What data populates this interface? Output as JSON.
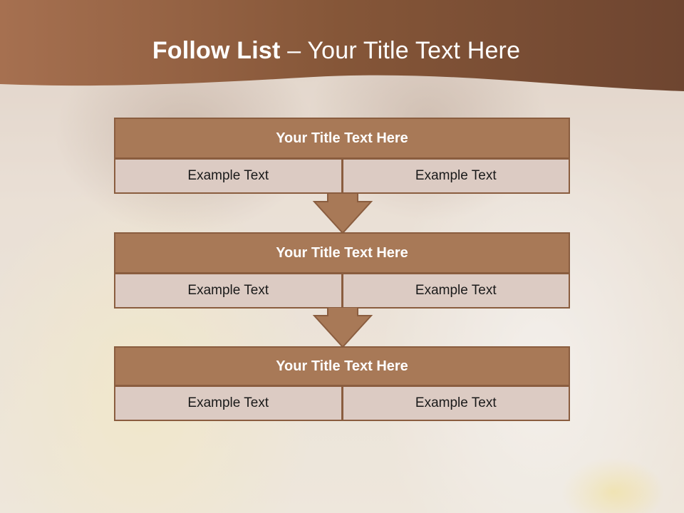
{
  "slide": {
    "title_bold": "Follow List",
    "title_rest": "– Your Title Text Here"
  },
  "colors": {
    "header": "#7a4e35",
    "box_title": "#a87957",
    "box_cell": "#dccbc3",
    "border": "#8a5d3f"
  },
  "blocks": [
    {
      "title": "Your Title Text Here",
      "left": "Example Text",
      "right": "Example Text"
    },
    {
      "title": "Your Title Text Here",
      "left": "Example Text",
      "right": "Example Text"
    },
    {
      "title": "Your Title Text Here",
      "left": "Example Text",
      "right": "Example Text"
    }
  ]
}
